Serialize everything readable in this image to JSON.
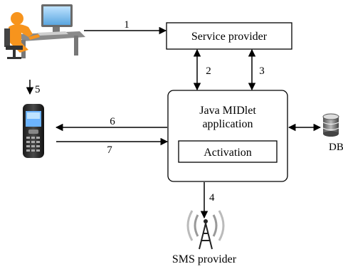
{
  "nodes": {
    "service_provider": "Service provider",
    "midlet_line1": "Java MIDlet",
    "midlet_line2": "application",
    "activation": "Activation",
    "db": "DB",
    "sms_provider": "SMS provider"
  },
  "arrows": {
    "a1": "1",
    "a2": "2",
    "a3": "3",
    "a4": "4",
    "a5": "5",
    "a6": "6",
    "a7": "7"
  },
  "icons": {
    "user": "user-at-computer-icon",
    "phone": "mobile-phone-icon",
    "database": "database-icon",
    "antenna": "antenna-icon"
  }
}
